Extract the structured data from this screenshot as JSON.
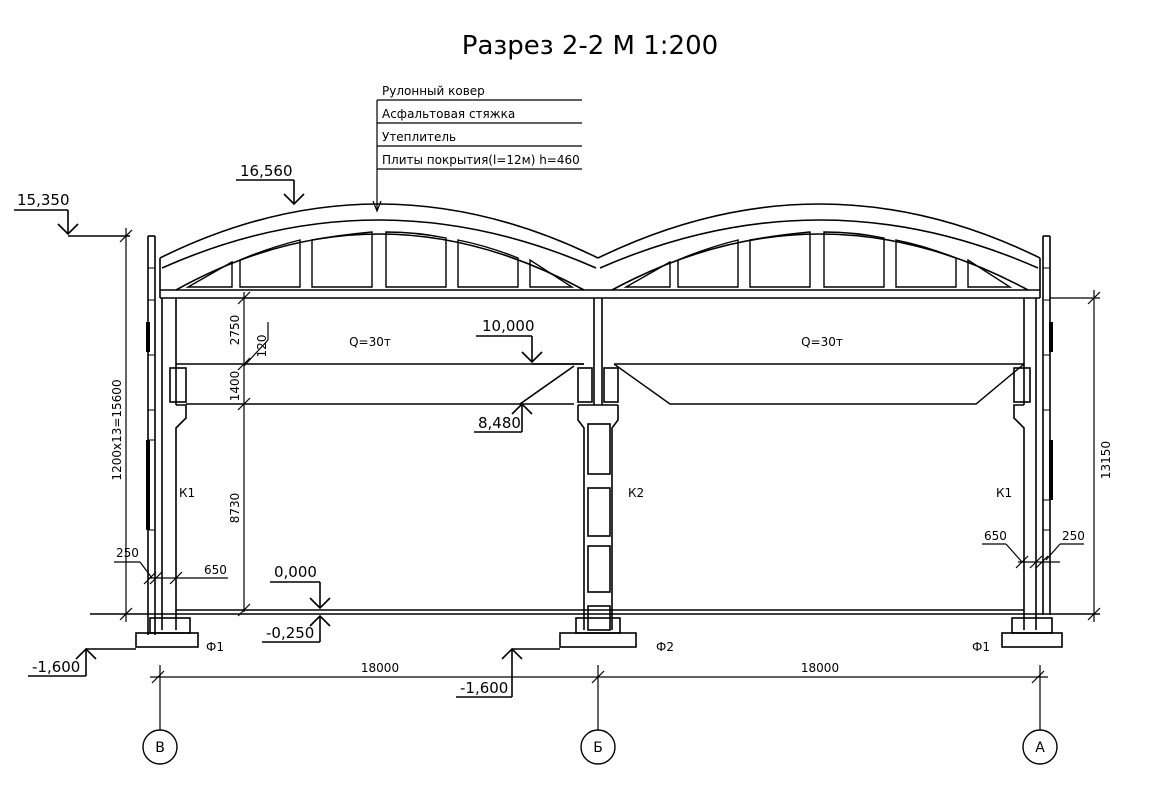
{
  "title": "Разрез 2-2 М 1:200",
  "roof_layers": [
    "Рулонный ковер",
    "Асфальтовая стяжка",
    "Утеплитель",
    "Плиты покрытия(l=12м) h=460"
  ],
  "elevations": {
    "roof_top": "16,560",
    "parapet": "15,350",
    "beam_bottom": "10,000",
    "rail": "8,480",
    "floor": "0,000",
    "ground": "-0,250",
    "footing_left": "-1,600",
    "footing_center": "-1,600"
  },
  "cranes": {
    "left": "Q=30т",
    "right": "Q=30т"
  },
  "columns": {
    "left": "К1",
    "center": "К2",
    "right": "К1"
  },
  "foundations": {
    "left": "Ф1",
    "center": "Ф2",
    "right": "Ф1"
  },
  "dimensions": {
    "wall_height": "1200х13=15600",
    "right_height": "13150",
    "upper_part": "2750",
    "rail_offset": "120",
    "crane_beam": "1400",
    "lower_part": "8730",
    "wall_thickness_left": "250",
    "column_width_left": "650",
    "column_width_right": "650",
    "wall_thickness_right": "250",
    "span_left": "18000",
    "span_right": "18000"
  },
  "axes": [
    "В",
    "Б",
    "А"
  ]
}
